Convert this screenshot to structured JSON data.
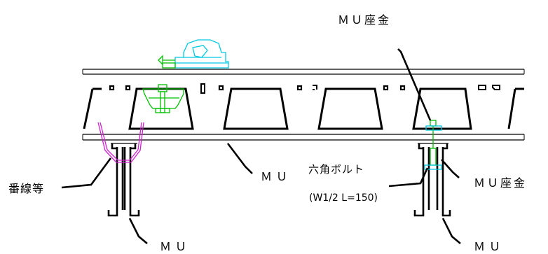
{
  "labels": {
    "mu_washer_top": "ＭＵ座金",
    "wire": "番線等",
    "mu_mid": "ＭＵ",
    "hex_bolt": "六角ボルト",
    "bolt_spec": "(W1/2 L=150)",
    "mu_washer_right": "ＭＵ座金",
    "mu_bottom_left": "ＭＵ",
    "mu_bottom_right": "ＭＵ"
  },
  "colors": {
    "line": "#000000",
    "green": "#00c000",
    "cyan": "#00c8e0",
    "magenta": "#d020d0"
  }
}
